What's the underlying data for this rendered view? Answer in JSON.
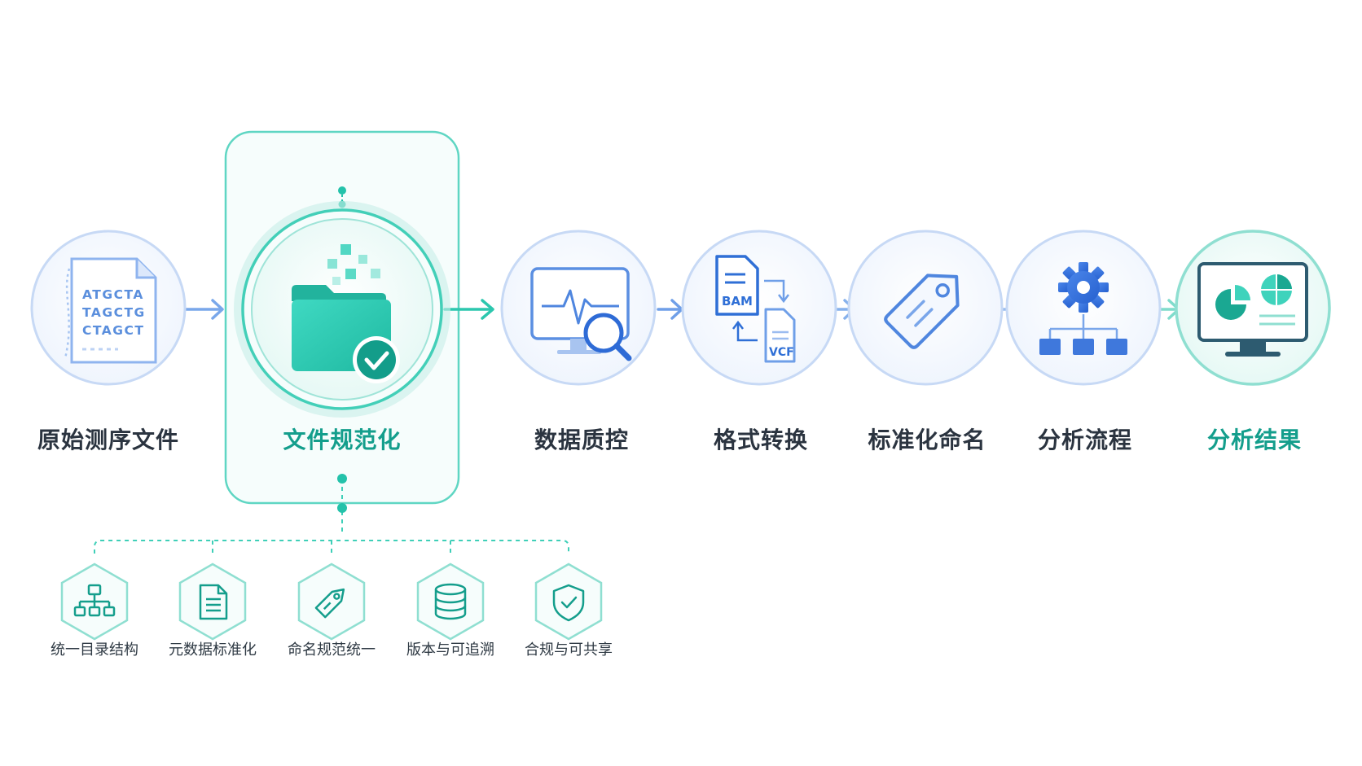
{
  "steps": [
    {
      "id": "raw",
      "label": "原始测序文件",
      "icon": "dna-sequence-file-icon",
      "sequence": [
        "ATGCTA",
        "TAGCTG",
        "CTAGCT"
      ]
    },
    {
      "id": "normalize",
      "label": "文件规范化",
      "icon": "folder-check-icon",
      "highlighted": true
    },
    {
      "id": "qc",
      "label": "数据质控",
      "icon": "monitor-search-icon"
    },
    {
      "id": "convert",
      "label": "格式转换",
      "icon": "file-convert-icon",
      "formats": [
        "BAM",
        "VCF"
      ]
    },
    {
      "id": "naming",
      "label": "标准化命名",
      "icon": "tag-icon"
    },
    {
      "id": "pipeline",
      "label": "分析流程",
      "icon": "gear-hierarchy-icon"
    },
    {
      "id": "results",
      "label": "分析结果",
      "icon": "monitor-chart-icon",
      "highlighted": true
    }
  ],
  "sub_items": [
    {
      "label": "统一目录结构",
      "icon": "sitemap-icon"
    },
    {
      "label": "元数据标准化",
      "icon": "document-icon"
    },
    {
      "label": "命名规范统一",
      "icon": "tag-icon"
    },
    {
      "label": "版本与可追溯",
      "icon": "database-icon"
    },
    {
      "label": "合规与可共享",
      "icon": "shield-check-icon"
    }
  ],
  "colors": {
    "blue": "#4f86df",
    "teal": "#24c2aa",
    "teal_dark": "#149e8c",
    "ring_blue": "#c9daf6",
    "ring_teal": "#7fdccc"
  }
}
